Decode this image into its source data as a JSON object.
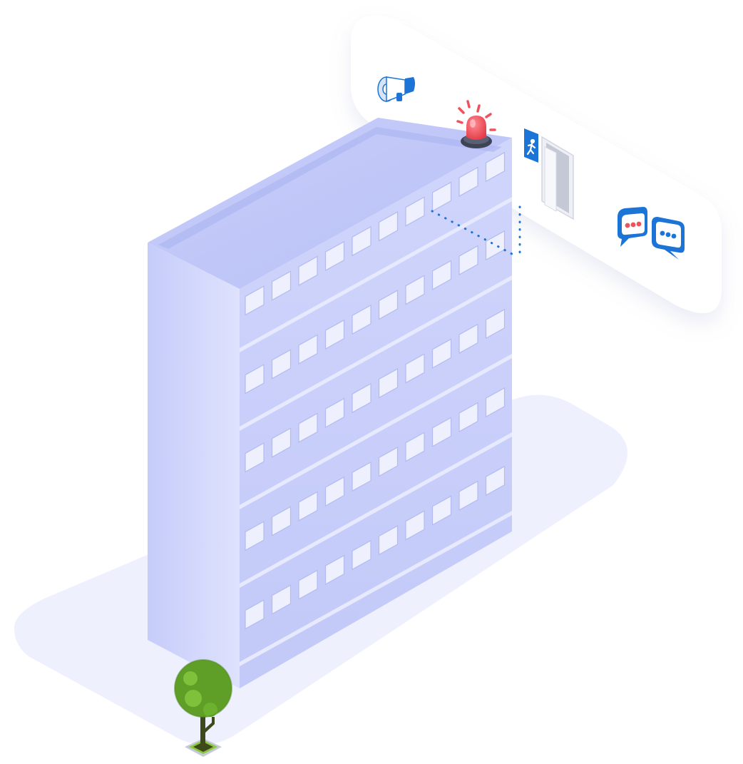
{
  "illustration": {
    "subject": "building-emergency-notification",
    "colors": {
      "ground": "#eef0fd",
      "building_front": "#c7cdfa",
      "building_side": "#d9ddfc",
      "building_top": "#bcc4f6",
      "window": "#eef0fe",
      "window_edge": "#b3bbf0",
      "panel": "#ffffff",
      "accent_blue": "#1b74d6",
      "alarm_red": "#f0525d",
      "tree_green": "#5f9f28",
      "trunk": "#3f4a1c"
    },
    "icons": [
      "megaphone-icon",
      "alarm-light-icon",
      "emergency-exit-sign-icon",
      "door-icon",
      "chat-bubble-icon",
      "chat-bubble-icon"
    ],
    "building": {
      "floors": 5,
      "windows_per_row": 10
    }
  }
}
